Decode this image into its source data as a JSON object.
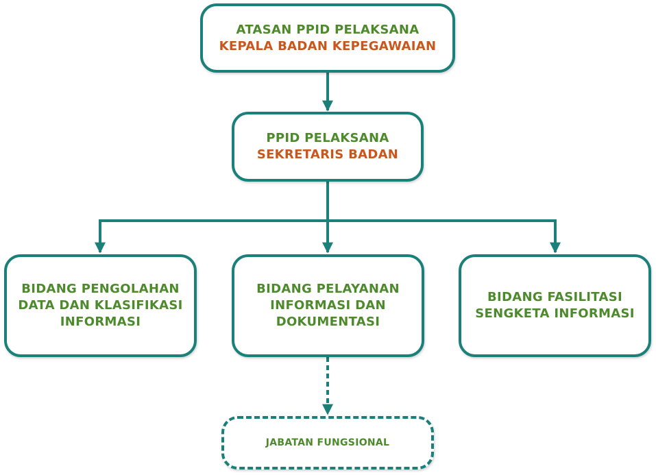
{
  "colors": {
    "border": "#1b8079",
    "title_green": "#4d8a2c",
    "subtitle_orange": "#c9571b"
  },
  "top": {
    "title": "ATASAN PPID PELAKSANA",
    "subtitle": "KEPALA BADAN KEPEGAWAIAN"
  },
  "mid": {
    "title": "PPID PELAKSANA",
    "subtitle": "SEKRETARIS BADAN"
  },
  "departments": {
    "left": {
      "line1": "BIDANG PENGOLAHAN",
      "line2": "DATA DAN KLASIFIKASI",
      "line3": "INFORMASI"
    },
    "center": {
      "line1": "BIDANG PELAYANAN",
      "line2": "INFORMASI DAN",
      "line3": "DOKUMENTASI"
    },
    "right": {
      "line1": "BIDANG FASILITASI",
      "line2": "SENGKETA INFORMASI"
    }
  },
  "bottom": {
    "label": "JABATAN FUNGSIONAL"
  }
}
